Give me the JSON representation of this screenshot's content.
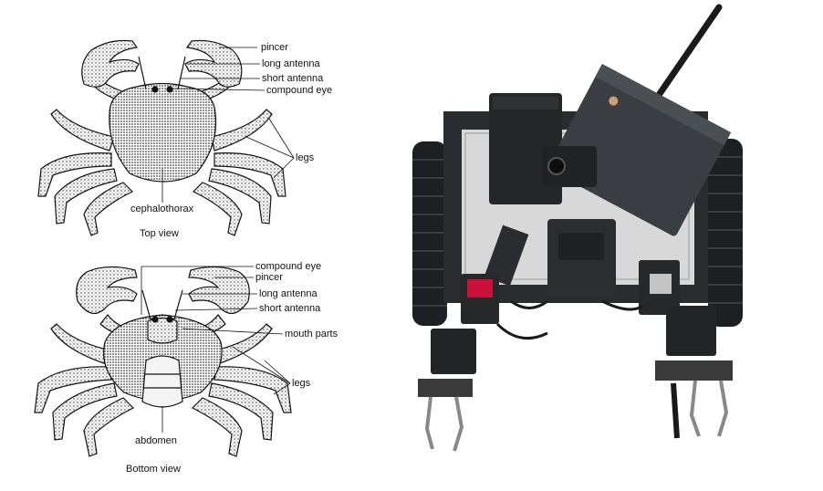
{
  "top_view": {
    "caption": "Top view",
    "labels": {
      "pincer": "pincer",
      "long_antenna": "long antenna",
      "short_antenna": "short antenna",
      "compound_eye": "compound eye",
      "legs": "legs",
      "cephalothorax": "cephalothorax"
    }
  },
  "bottom_view": {
    "caption": "Bottom view",
    "labels": {
      "compound_eye": "compound eye",
      "pincer": "pincer",
      "long_antenna": "long antenna",
      "short_antenna": "short antenna",
      "mouth_parts": "mouth parts",
      "legs": "legs",
      "abdomen": "abdomen"
    }
  },
  "robot": {
    "icon": "robot-tank-photo"
  }
}
